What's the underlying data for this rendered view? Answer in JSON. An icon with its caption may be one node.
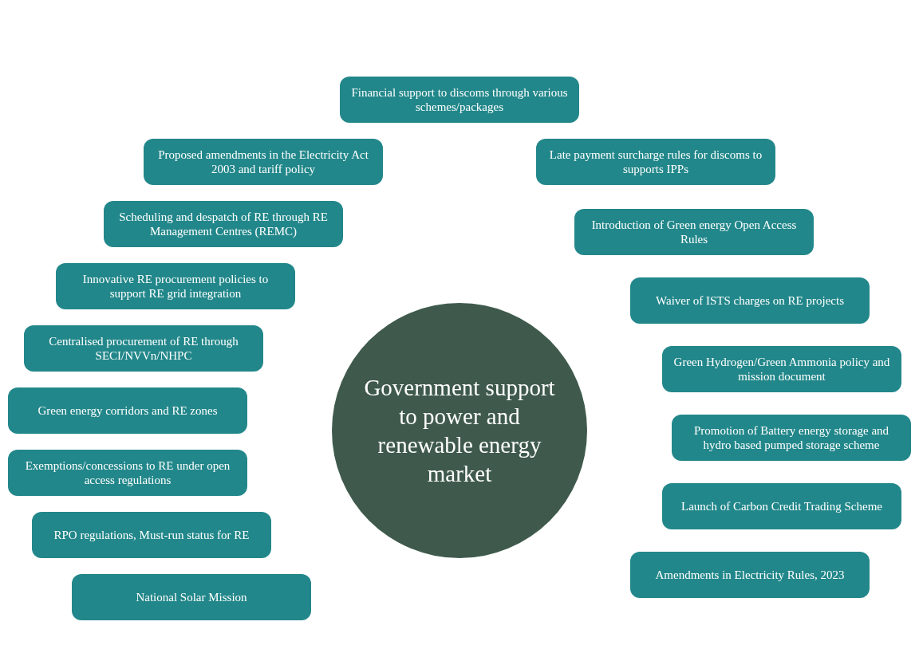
{
  "diagram": {
    "nodes": [
      {
        "text": [
          "Government support to power and renewable energy market"
        ]
      },
      {
        "text": [
          "National Solar Mission"
        ]
      },
      {
        "text": [
          "RPO regulations, Must-run status for RE"
        ]
      },
      {
        "text": [
          "Exemptions/concessions to RE under open access regulations"
        ]
      },
      {
        "text": [
          "Green energy corridors and RE zones"
        ]
      },
      {
        "text": [
          "Centralised procurement of RE through SECI/NVVn/NHPC"
        ]
      },
      {
        "text": [
          "Innovative RE procurement policies to support RE grid integration"
        ]
      },
      {
        "text": [
          "Scheduling and despatch of RE through RE Management Centres (REMC)"
        ]
      },
      {
        "text": [
          "Proposed amendments in the Electricity Act 2003 and tariff policy"
        ]
      },
      {
        "text": [
          "Financial support to discoms through various schemes/packages"
        ]
      },
      {
        "text": [
          "Late payment surcharge rules for discoms to supports IPPs"
        ]
      },
      {
        "text": [
          "Introduction of Green energy Open Access Rules"
        ]
      },
      {
        "text": [
          "Waiver of ISTS charges on RE projects"
        ]
      },
      {
        "text": [
          "Green Hydrogen/Green Ammonia policy and mission document"
        ]
      },
      {
        "text": [
          "Promotion of Battery energy storage and hydro based pumped storage scheme"
        ]
      },
      {
        "text": [
          "Launch of Carbon Credit Trading Scheme"
        ]
      },
      {
        "text": [
          "Amendments in Electricity Rules, 2023"
        ]
      }
    ],
    "edges": []
  }
}
